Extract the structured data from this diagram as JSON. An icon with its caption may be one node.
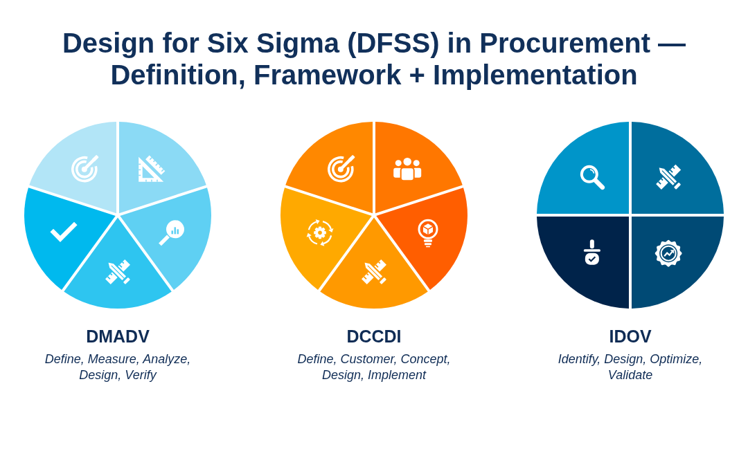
{
  "diagram": {
    "title": "Design for Six Sigma (DFSS) in Procurement — Definition, Framework + Implementation",
    "nodes": [
      {
        "text": [
          "DMADV",
          "Define, Measure, Analyze, Design, Verify"
        ]
      },
      {
        "text": [
          "DCCDI",
          "Define, Customer, Concept, Design, Implement"
        ]
      },
      {
        "text": [
          "IDOV",
          "Identify, Design, Optimize, Validate"
        ]
      }
    ]
  }
}
